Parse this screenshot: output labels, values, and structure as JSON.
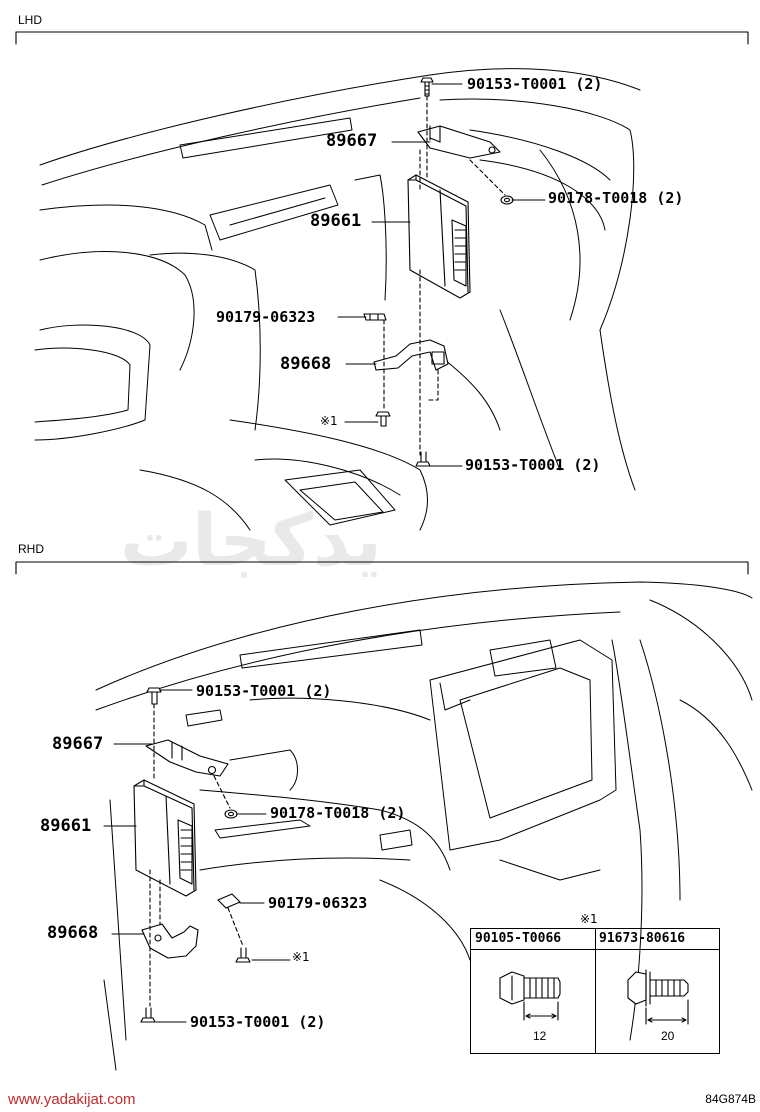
{
  "sections": {
    "top": "LHD",
    "bottom": "RHD"
  },
  "lhd": {
    "bolt_top": "90153-T0001 (2)",
    "bracket": "89667",
    "nut": "90178-T0018 (2)",
    "ecu": "89661",
    "clip": "90179-06323",
    "lower_bracket": "89668",
    "note_mark": "※1",
    "bolt_bottom": "90153-T0001 (2)"
  },
  "rhd": {
    "bolt_top": "90153-T0001 (2)",
    "bracket": "89667",
    "nut": "90178-T0018 (2)",
    "ecu": "89661",
    "clip": "90179-06323",
    "lower_bracket": "89668",
    "note_mark": "※1",
    "bolt_bottom": "90153-T0001 (2)"
  },
  "callout_table": {
    "title": "※1",
    "col1": {
      "part": "90105-T0066",
      "dim": "12"
    },
    "col2": {
      "part": "91673-80616",
      "dim": "20"
    }
  },
  "watermark": "یدکجات",
  "footer": {
    "site": "www.yadakijat.com",
    "code": "84G874B"
  }
}
